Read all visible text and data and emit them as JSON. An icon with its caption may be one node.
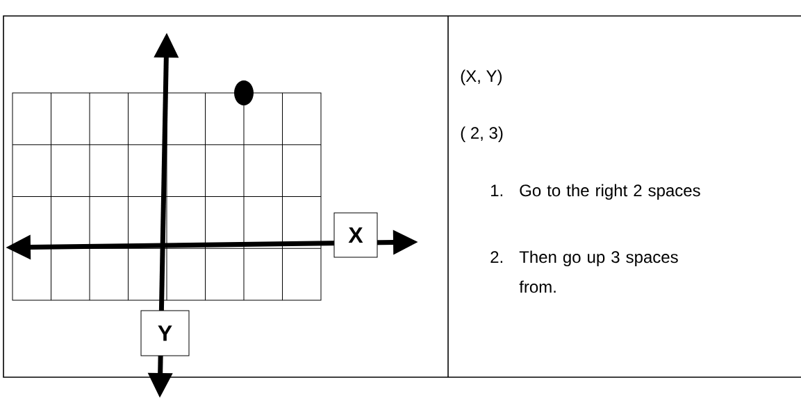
{
  "diagram": {
    "nodes": [
      {
        "text": [
          "X"
        ]
      },
      {
        "text": [
          "Y"
        ]
      }
    ],
    "labels": [
      "(X, Y)",
      "( 2, 3)",
      "1.",
      "Go to the right 2 spaces",
      "2.",
      "Then go up 3 spaces from."
    ]
  }
}
